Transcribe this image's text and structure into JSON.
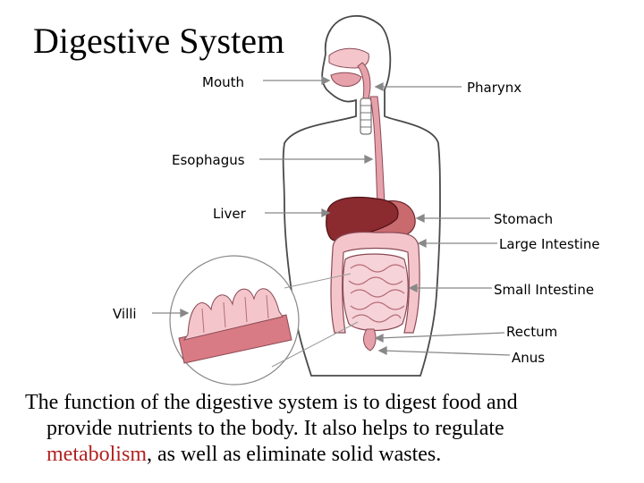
{
  "title": "Digestive System",
  "labels": {
    "mouth": "Mouth",
    "pharynx": "Pharynx",
    "esophagus": "Esophagus",
    "liver": "Liver",
    "stomach": "Stomach",
    "large_intestine": "Large Intestine",
    "small_intestine": "Small Intestine",
    "villi": "Villi",
    "rectum": "Rectum",
    "anus": "Anus"
  },
  "caption": {
    "line1": "The function of the digestive system is to digest food and",
    "line2": "provide nutrients to the body.  It also helps to regulate",
    "highlight": "metabolism",
    "line3_rest": ", as well as eliminate solid wastes."
  },
  "colors": {
    "liver": "#8b2a2f",
    "stomach": "#c96a6e",
    "intestine": "#f4c6cc",
    "outline": "#4a4a4a",
    "highlight": "#b22222"
  }
}
